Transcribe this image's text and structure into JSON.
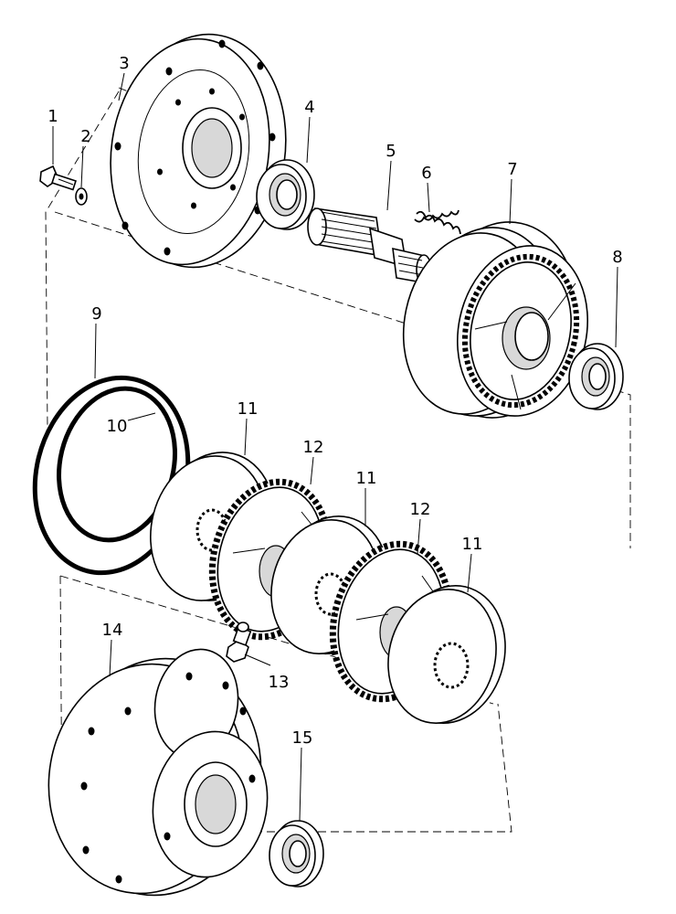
{
  "diagram": {
    "callouts": [
      {
        "id": "1",
        "text": "1"
      },
      {
        "id": "2",
        "text": "2"
      },
      {
        "id": "3",
        "text": "3"
      },
      {
        "id": "4",
        "text": "4"
      },
      {
        "id": "5",
        "text": "5"
      },
      {
        "id": "6",
        "text": "6"
      },
      {
        "id": "7",
        "text": "7"
      },
      {
        "id": "8",
        "text": "8"
      },
      {
        "id": "9",
        "text": "9"
      },
      {
        "id": "10",
        "text": "10"
      },
      {
        "id": "11a",
        "text": "11"
      },
      {
        "id": "11b",
        "text": "11"
      },
      {
        "id": "11c",
        "text": "11"
      },
      {
        "id": "12a",
        "text": "12"
      },
      {
        "id": "12b",
        "text": "12"
      },
      {
        "id": "13",
        "text": "13"
      },
      {
        "id": "14",
        "text": "14"
      },
      {
        "id": "15",
        "text": "15"
      }
    ]
  }
}
